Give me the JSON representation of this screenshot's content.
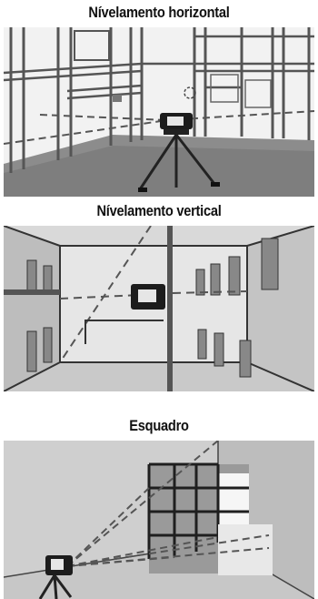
{
  "sections": [
    {
      "title": "Nívelamento horizontal"
    },
    {
      "title": "Nívelamento vertical"
    },
    {
      "title": "Esquadro"
    }
  ]
}
